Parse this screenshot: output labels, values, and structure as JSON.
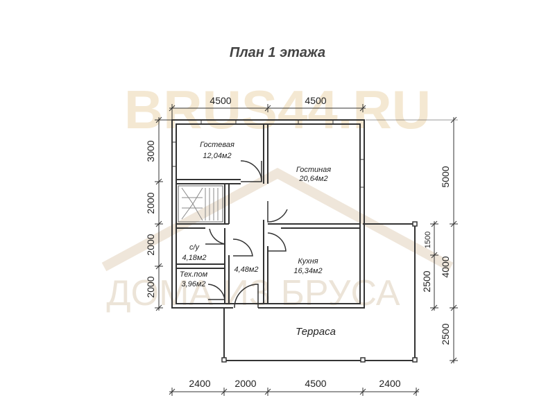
{
  "title": "План 1 этажа",
  "watermark": {
    "site": "BRUS44.RU",
    "slogan": "ДОМА ИЗ БРУСА"
  },
  "rooms": {
    "guest": {
      "name": "Гостевая",
      "area": "12,04м2"
    },
    "living": {
      "name": "Гостиная",
      "area": "20,64м2"
    },
    "wc": {
      "name": "с/у",
      "area": "4,18м2"
    },
    "hall": {
      "area": "4,48м2"
    },
    "kitchen": {
      "name": "Кухня",
      "area": "16,34м2"
    },
    "tech": {
      "name": "Тех.пом",
      "area": "3,96м2"
    },
    "terrace": {
      "name": "Терраса"
    }
  },
  "dimensions": {
    "top": [
      "4500",
      "4500"
    ],
    "bottom": [
      "2400",
      "2000",
      "4500",
      "2400"
    ],
    "left": [
      "3000",
      "2000",
      "2000",
      "2000"
    ],
    "right_outer": [
      "5000",
      "4000",
      "2500"
    ],
    "right_inner": [
      "1500",
      "2500"
    ]
  },
  "colors": {
    "wall": "#333333",
    "dim": "#333333",
    "stair": "#999999",
    "watermark": "#f3e6cf"
  }
}
